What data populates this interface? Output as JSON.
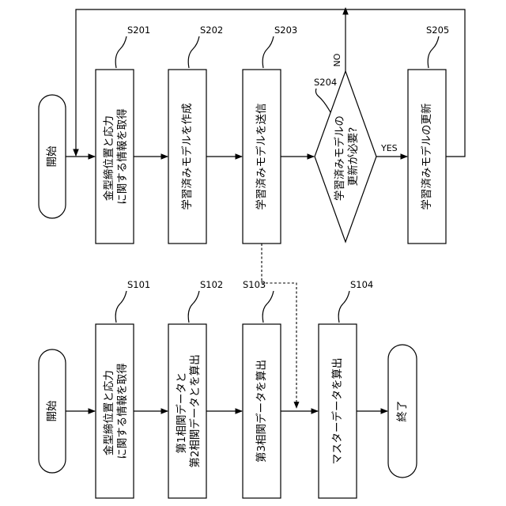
{
  "flow_upper": {
    "start": "開始",
    "s201": {
      "step": "S201",
      "lines": [
        "金型締位置と応力",
        "に関する情報を取得"
      ]
    },
    "s202": {
      "step": "S202",
      "lines": [
        "学習済みモデルを作成"
      ]
    },
    "s203": {
      "step": "S203",
      "lines": [
        "学習済みモデルを送信"
      ]
    },
    "s204": {
      "step": "S204",
      "lines": [
        "学習済みモデルの",
        "更新が必要?"
      ]
    },
    "s205": {
      "step": "S205",
      "lines": [
        "学習済みモデルの更新"
      ]
    },
    "yes": "YES",
    "no": "NO"
  },
  "flow_lower": {
    "start": "開始",
    "s101": {
      "step": "S101",
      "lines": [
        "金型締位置と応力",
        "に関する情報を取得"
      ]
    },
    "s102": {
      "step": "S102",
      "lines": [
        "第1相関データと",
        "第2相関データとを算出"
      ]
    },
    "s103": {
      "step": "S103",
      "lines": [
        "第3相関データを算出"
      ]
    },
    "s104": {
      "step": "S104",
      "lines": [
        "マスターデータを算出"
      ]
    },
    "end": "終了"
  }
}
